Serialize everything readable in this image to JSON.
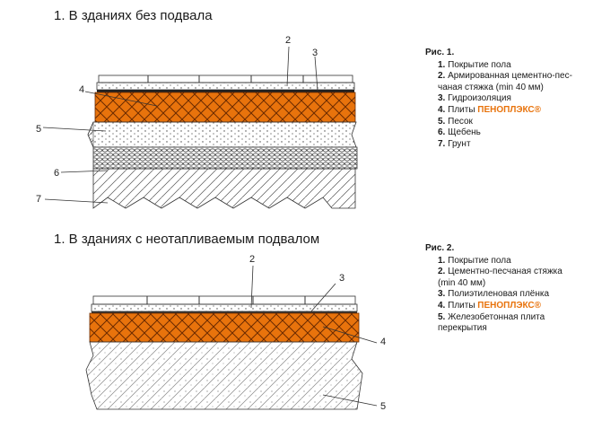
{
  "sections": [
    {
      "title": "1. В зданиях без подвала",
      "legend": {
        "caption": "Рис. 1.",
        "items": [
          {
            "num": "1.",
            "text": "Покрытие пола"
          },
          {
            "num": "2.",
            "text": "Армированная цементно-пес-",
            "cont": "чаная стяжка (min 40 мм)"
          },
          {
            "num": "3.",
            "text": "Гидроизоляция"
          },
          {
            "num": "4.",
            "text": "Плиты ",
            "brand": "ПЕНОПЛЭКС®"
          },
          {
            "num": "5.",
            "text": "Песок"
          },
          {
            "num": "6.",
            "text": "Щебень"
          },
          {
            "num": "7.",
            "text": "Грунт"
          }
        ],
        "callouts": [
          "2",
          "3",
          "4",
          "5",
          "6",
          "7"
        ]
      }
    },
    {
      "title": "1. В зданиях с неотапливаемым подвалом",
      "legend": {
        "caption": "Рис. 2.",
        "items": [
          {
            "num": "1.",
            "text": "Покрытие пола"
          },
          {
            "num": "2.",
            "text": "Цементно-песчаная стяжка",
            "cont": "(min 40 мм)"
          },
          {
            "num": "3.",
            "text": "Полиэтиленовая плёнка"
          },
          {
            "num": "4.",
            "text": "Плиты ",
            "brand": "ПЕНОПЛЭКС®"
          },
          {
            "num": "5.",
            "text": "Железобетонная плита",
            "cont": "перекрытия"
          }
        ],
        "callouts": [
          "2",
          "3",
          "4",
          "5"
        ]
      }
    }
  ],
  "colors": {
    "insulation": "#e8730c",
    "brand": "#e8730c",
    "line": "#333333"
  }
}
